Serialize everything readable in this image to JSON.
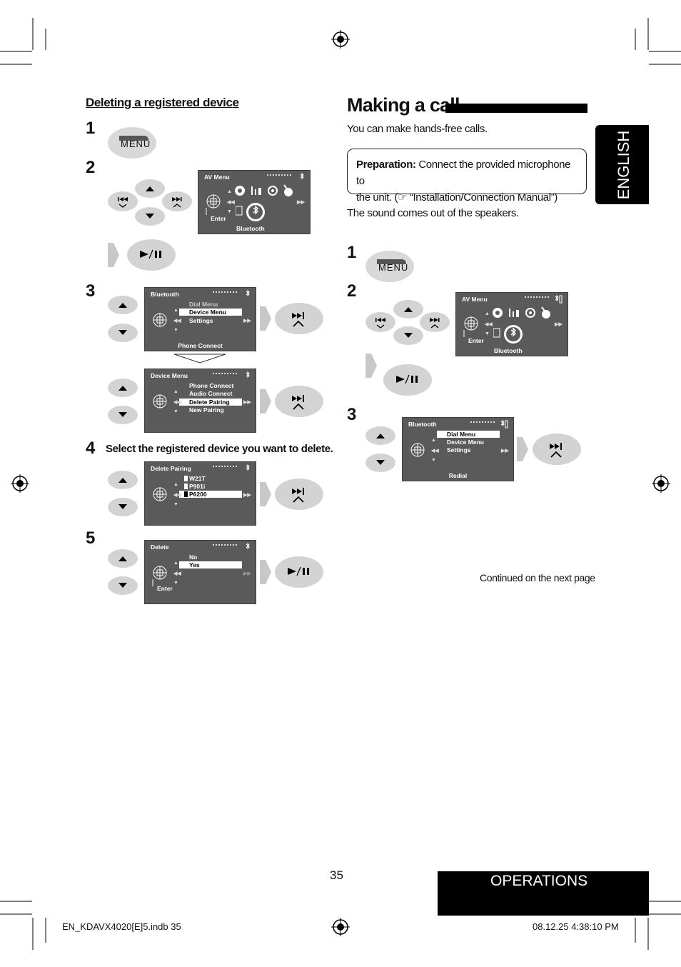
{
  "left": {
    "heading": "Deleting a registered device",
    "steps": [
      "1",
      "2",
      "3",
      "4",
      "5"
    ],
    "step4_text": "Select the registered device you want to delete.",
    "menu_label": "MENU",
    "av_menu": {
      "title": "AV Menu",
      "enter": "Enter",
      "bluetooth": "Bluetooth"
    },
    "bt_menu": {
      "title": "Bluetooth",
      "items": [
        "Dial Menu",
        "Device Menu",
        "Settings"
      ],
      "bottom": "Phone Connect"
    },
    "device_menu": {
      "title": "Device Menu",
      "items": [
        "Phone Connect",
        "Audio Connect",
        "Delete Pairing",
        "New Pairing"
      ]
    },
    "delete_pairing": {
      "title": "Delete Pairing",
      "items": [
        "W21T",
        "P901i",
        "P6200"
      ]
    },
    "delete": {
      "title": "Delete",
      "items": [
        "No",
        "Yes"
      ],
      "enter": "Enter"
    }
  },
  "right": {
    "heading": "Making a call",
    "intro": "You can make hands-free calls.",
    "prep_label": "Preparation:",
    "prep_line1": " Connect the provided microphone to",
    "prep_line2": "the unit. (☞ “Installation/Connection Manual”)",
    "speakers": "The sound comes out of the speakers.",
    "steps": [
      "1",
      "2",
      "3"
    ],
    "menu_label": "MENU",
    "av_menu": {
      "title": "AV Menu",
      "enter": "Enter",
      "bluetooth": "Bluetooth"
    },
    "bt_menu": {
      "title": "Bluetooth",
      "items": [
        "Dial Menu",
        "Device Menu",
        "Settings"
      ],
      "bottom": "Redial"
    },
    "continued": "Continued on the next page"
  },
  "tabs": {
    "english": "ENGLISH",
    "operations": "OPERATIONS"
  },
  "page_number": "35",
  "footer": {
    "left": "EN_KDAVX4020[E]5.indb   35",
    "right": "08.12.25   4:38:10 PM"
  },
  "colors": {
    "button_grey": "#d3d3d3",
    "screen_bg": "#5a5a5a",
    "tab_bg": "#000000"
  }
}
